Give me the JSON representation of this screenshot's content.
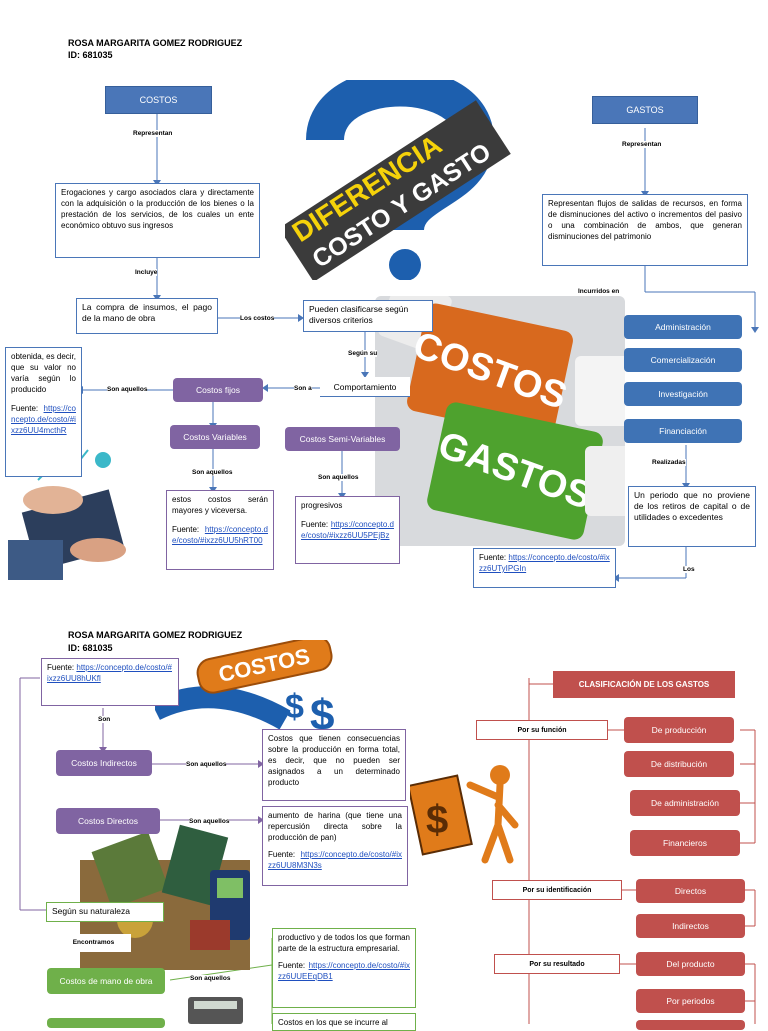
{
  "page1": {
    "author": "ROSA MARGARITA GOMEZ RODRIGUEZ",
    "id": "ID: 681035",
    "costos_title": "COSTOS",
    "gastos_title": "GASTOS",
    "representan_1": "Representan",
    "representan_2": "Representan",
    "costos_def": "Erogaciones y cargo asociados clara y directamente con la adquisición o la producción de los bienes o la prestación de los servicios, de los cuales un ente económico obtuvo sus ingresos",
    "incluye": "Incluye",
    "compra": "La compra de insumos, el pago de la mano de obra",
    "los_costos": "Los costos",
    "clasificarse": "Pueden clasificarse según diversos criterios",
    "segun_su": "Según su",
    "comportamiento": "Comportamiento",
    "son_a": "Son a",
    "costos_fijos": "Costos fijos",
    "son_aquellos_1": "Son aquellos",
    "fijos_text": "obtenida, es decir, que su valor no varía según lo producido",
    "fijos_fuente_label": "Fuente:",
    "fijos_fuente_link": "https://concepto.de/costo/#ixzz6UU4mcthR",
    "costos_variables": "Costos Variables",
    "costos_semi": "Costos Semi-Variables",
    "son_aquellos_2": "Son aquellos",
    "son_aquellos_3": "Son aquellos",
    "variables_text": "estos costos serán mayores y viceversa.",
    "variables_fuente_label": "Fuente:",
    "variables_fuente_link": "https://concepto.de/costo/#ixzz6UU5hRT00",
    "semi_text": "progresivos",
    "semi_fuente_label": "Fuente:",
    "semi_fuente_link": "https://concepto.de/costo/#ixzz6UU5PEjBz",
    "gastos_def": "Representan flujos de salidas de recursos, en forma de disminuciones del activo o incrementos del pasivo o una combinación de ambos, que generan disminuciones del patrimonio",
    "incurridos": "Incurridos en",
    "areas": [
      "Administración",
      "Comercialización",
      "Investigación",
      "Financiación"
    ],
    "realizadas": "Realizadas",
    "periodo_text": "Un periodo que no proviene de los retiros de capital o de utilidades o excedentes",
    "los": "Los",
    "gastos_fuente_label": "Fuente:",
    "gastos_fuente_link": "https://concepto.de/costo/#ixzz6UTyIPGIn",
    "banner_line1": "DIFERENCIA",
    "banner_line2": "COSTO Y GASTO",
    "keyboard_costos": "COSTOS",
    "keyboard_gastos": "GASTOS"
  },
  "page2": {
    "author": "ROSA MARGARITA GOMEZ RODRIGUEZ",
    "id": "ID: 681035",
    "top_fuente_label": "Fuente:",
    "top_fuente_link": "https://concepto.de/costo/#ixzz6UU8hUKfl",
    "son": "Son",
    "costos_indirectos": "Costos Indirectos",
    "son_aquellos_1": "Son aquellos",
    "indirectos_text": "Costos que tienen consecuencias sobre la producción en forma total, es decir, que no pueden ser asignados a un determinado producto",
    "costos_directos": "Costos Directos",
    "son_aquellos_2": "Son aquellos",
    "directos_text": "aumento de harina (que tiene una repercusión directa sobre la producción de pan)",
    "directos_fuente_label": "Fuente:",
    "directos_fuente_link": "https://concepto.de/costo/#ixzz6UU8M3N3s",
    "naturaleza": "Según su naturaleza",
    "encontramos": "Encontramos",
    "mano_obra": "Costos de mano de obra",
    "son_aquellos_3": "Son aquellos",
    "mano_text": "productivo y de todos los que forman parte de la estructura empresarial.",
    "mano_fuente_label": "Fuente:",
    "mano_fuente_link": "https://concepto.de/costo/#ixzz6UUEEqDB1",
    "bottom_text": "Costos en los que se incurre al",
    "costos_sign": "COSTOS",
    "clasificacion_title": "CLASIFICACIÓN DE LOS GASTOS",
    "por_funcion": "Por su función",
    "funcion_items": [
      "De producción",
      "De distribución",
      "De administración",
      "Financieros"
    ],
    "por_identificacion": "Por su identificación",
    "identificacion_items": [
      "Directos",
      "Indirectos"
    ],
    "por_resultado": "Por su resultado",
    "resultado_items": [
      "Del producto",
      "Por periodos"
    ]
  }
}
